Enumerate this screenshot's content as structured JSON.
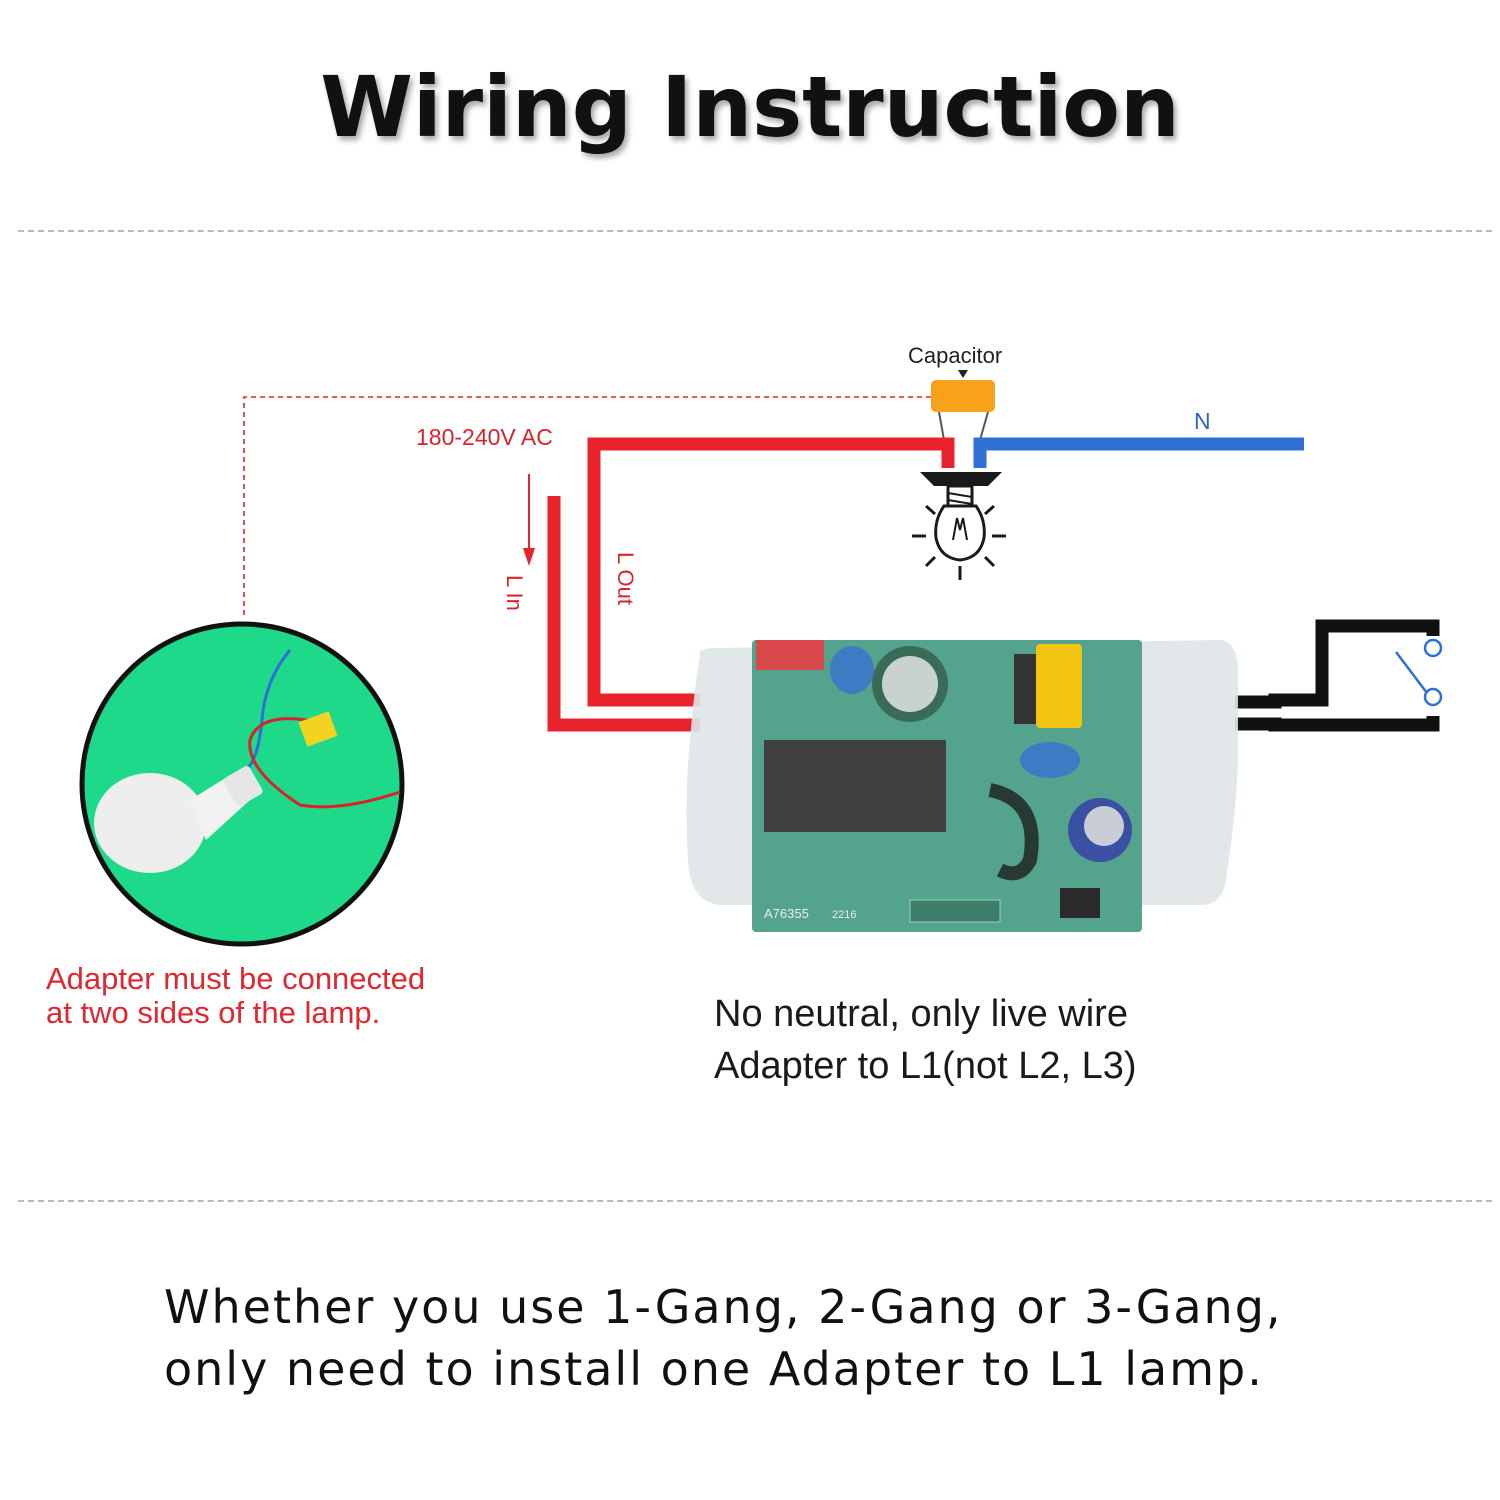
{
  "title": "Wiring Instruction",
  "labels": {
    "capacitor": "Capacitor",
    "voltage": "180-240V AC",
    "neutral": "N",
    "l_in": "L In",
    "l_out": "L Out",
    "board_code_1": "A76355",
    "board_code_2": "2216"
  },
  "notes": {
    "red_line_1": "Adapter must be connected",
    "red_line_2": "at two sides of the lamp.",
    "black_line_1": "No neutral, only live wire",
    "black_line_2": "Adapter to L1(not L2, L3)"
  },
  "footer": {
    "line_1": "Whether you use 1-Gang, 2-Gang or 3-Gang,",
    "line_2": "only need to install one Adapter to L1 lamp."
  },
  "colors": {
    "live_wire": "#e8232b",
    "neutral_wire": "#2f6fd6",
    "capacitor": "#f8a21a",
    "switch_wire": "#111111",
    "photo_background": "#1fd98a",
    "board": "#2f8f74"
  },
  "icons": {
    "lamp": "light-bulb-icon",
    "switch": "switch-icon",
    "arrow": "arrow-down-icon"
  }
}
